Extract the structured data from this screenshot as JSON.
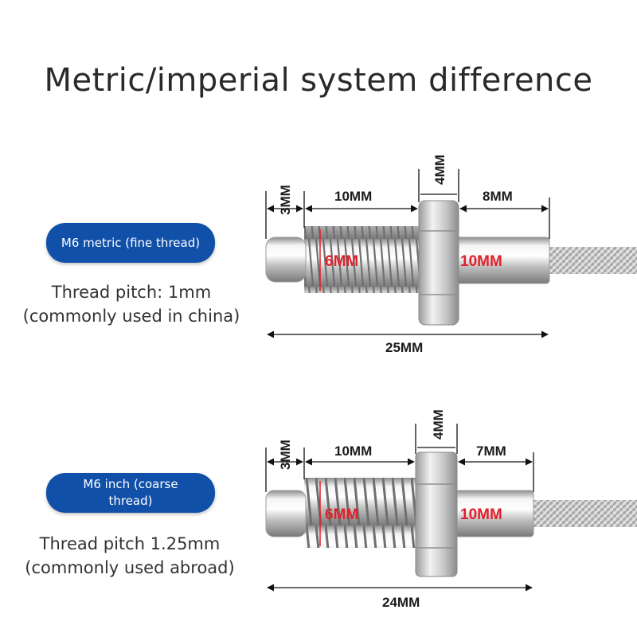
{
  "title": "Metric/imperial system difference",
  "metric": {
    "label": "M6 metric (fine thread)",
    "pitch": "Thread pitch: 1mm",
    "usage": "(commonly used in china)",
    "dims": {
      "tip": "3MM",
      "thread": "10MM",
      "hex": "4MM",
      "tail": "8MM",
      "diameter": "6MM",
      "shank": "10MM",
      "total": "25MM"
    }
  },
  "inch": {
    "label_line1": "M6 inch (coarse",
    "label_line2": "thread)",
    "pitch": "Thread pitch 1.25mm",
    "usage": "(commonly used abroad)",
    "dims": {
      "tip": "3MM",
      "thread": "10MM",
      "hex": "4MM",
      "tail": "7MM",
      "diameter": "6MM",
      "shank": "10MM",
      "total": "24MM"
    }
  },
  "colors": {
    "pill": "#1150a8",
    "dimension_red": "#e0202a",
    "steel": "#c9c9c9"
  }
}
